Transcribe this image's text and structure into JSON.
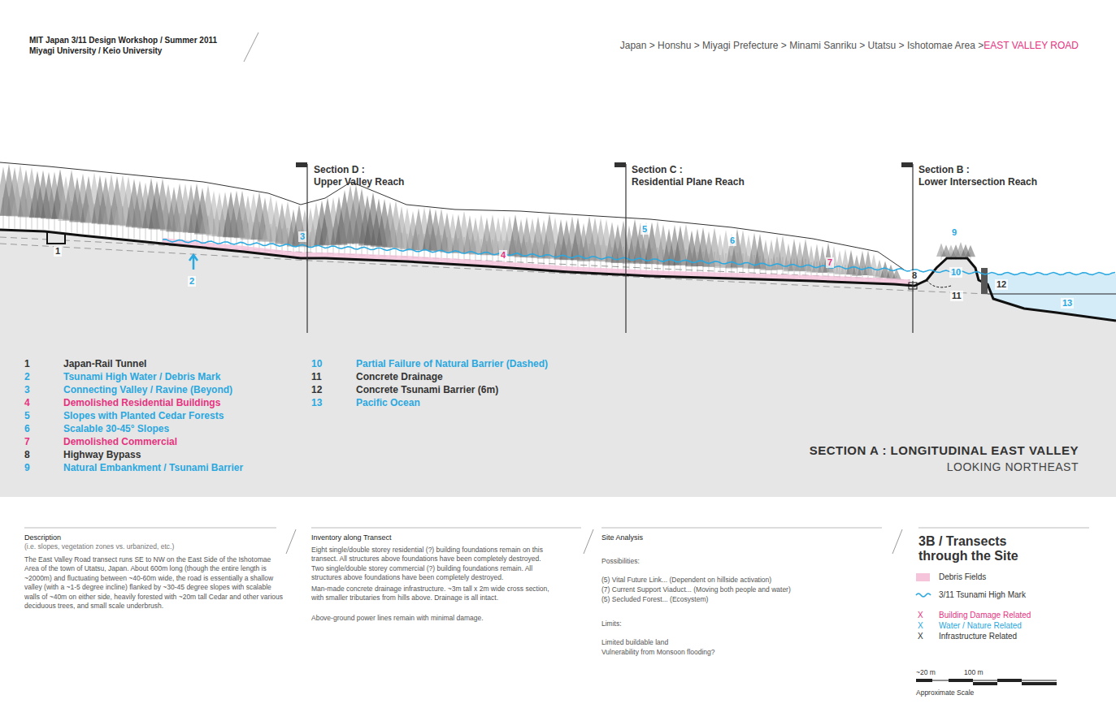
{
  "diagram": {
    "title": "SECTION A : LONGITUDINAL EAST VALLEY",
    "labels": [
      "MIT Japan 3/11 Design Workshop / Summer 2011",
      "Miyagi University / Keio University",
      "Japan > Honshu > Miyagi Prefecture > Minami Sanriku > Utatsu > Ishotomae Area > ",
      "EAST VALLEY ROAD",
      "Section D :",
      "Upper Valley Reach",
      "Section C :",
      "Residential Plane Reach",
      "Section B :",
      "Lower Intersection Reach",
      "1",
      "2",
      "3",
      "5",
      "6",
      "8",
      "9",
      "10",
      "11",
      "12",
      "13",
      "4",
      "7",
      "1",
      "Japan-Rail Tunnel",
      "2",
      "Tsunami High Water / Debris Mark",
      "3",
      "Connecting Valley / Ravine (Beyond)",
      "4",
      "Demolished Residential Buildings",
      "5",
      "Slopes with Planted Cedar Forests",
      "6",
      "Scalable 30-45° Slopes",
      "7",
      "Demolished Commercial",
      "8",
      "Highway Bypass",
      "9",
      "Natural Embankment / Tsunami Barrier",
      "10",
      "Partial Failure of Natural Barrier (Dashed)",
      "11",
      "Concrete Drainage",
      "12",
      "Concrete Tsunami Barrier (6m)",
      "13",
      "Pacific Ocean",
      "LOOKING NORTHEAST",
      "Description",
      "(i.e. slopes, vegetation zones vs. urbanized, etc.)",
      "The East Valley Road transect runs SE to NW on the East Side of the Ishotomae Area of the town of Utatsu, Japan. About 600m long (though the entire length is ~2000m) and fluctuating between ~40-60m wide, the road is essentially a shallow valley (with a ~1-5 degree incline) flanked by ~30-45 degree slopes with scalable walls of ~40m on either side, heavily forested with ~20m tall Cedar and other various deciduous trees, and small scale underbrush.",
      "Inventory along Transect",
      "Eight single/double storey residential (?) building foundations remain on this transect. All structures above foundations have been completely destroyed. Two single/double storey commercial (?) building foundations remain. All structures above foundations have been completely destroyed.",
      "Man-made concrete drainage infrastructure. ~3m tall x 2m wide cross section, with smaller tributaries from hills above. Drainage is all intact.",
      "Above-ground power lines remain with minimal damage.",
      "Site Analysis",
      "Possibilities:",
      "(5) Vital Future Link... (Dependent on hillside activation)",
      "(7) Current Support Viaduct... (Moving both people and water)",
      "(5) Secluded Forest... (Ecosystem)",
      "Limits:",
      "Limited buildable land",
      "Vulnerability from Monsoon flooding?",
      "3B / Transects through the Site",
      "X",
      "X",
      "X",
      "~20 m",
      "100 m",
      "Approximate Scale"
    ],
    "legend": [
      {
        "text": "Debris Fields",
        "color": "#f5c3da"
      },
      {
        "text": "3/11 Tsunami High Mark"
      },
      {
        "text": "Building Damage Related"
      },
      {
        "text": "Water / Nature Related"
      },
      {
        "text": "Infrastructure Related"
      }
    ]
  }
}
